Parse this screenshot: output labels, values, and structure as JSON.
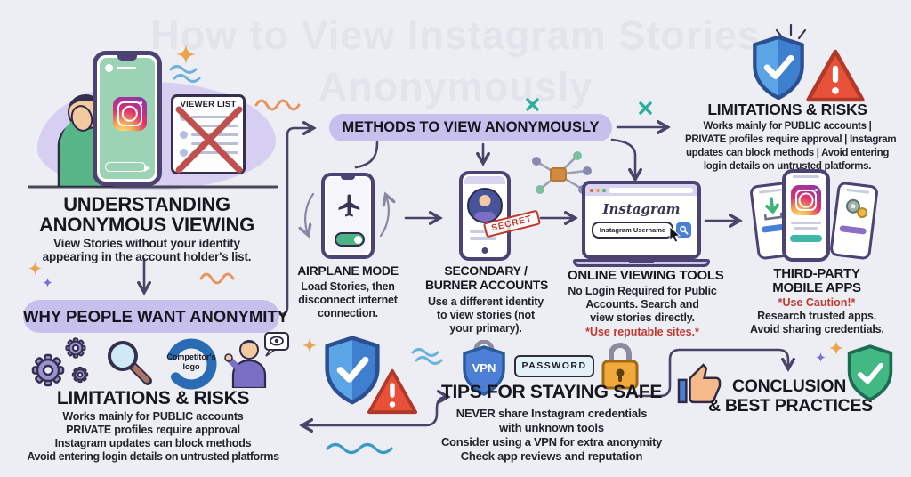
{
  "watermark": {
    "line1": "How to View Instagram Stories",
    "line2": "Anonymously"
  },
  "understanding": {
    "viewer_list_label": "VIEWER LIST",
    "heading1": "UNDERSTANDING",
    "heading2": "ANONYMOUS VIEWING",
    "body1": "View Stories without your identity",
    "body2": "appearing in the account holder's list."
  },
  "why": {
    "pill": "WHY PEOPLE WANT ANONYMITY",
    "competitor1": "Competitor's",
    "competitor2": "logo"
  },
  "limitations_left": {
    "heading": "LIMITATIONS & RISKS",
    "line1": "Works mainly for PUBLIC accounts",
    "line2": "PRIVATE profiles require approval",
    "line3": "Instagram updates can block methods",
    "line4": "Avoid entering login details on untrusted platforms"
  },
  "methods": {
    "pill": "METHODS TO VIEW ANONYMOUSLY",
    "airplane": {
      "title": "AIRPLANE MODE",
      "line1": "Load Stories, then",
      "line2": "disconnect internet",
      "line3": "connection."
    },
    "secondary": {
      "title1": "SECONDARY /",
      "title2": "BURNER ACCOUNTS",
      "stamp": "SECRET",
      "line1": "Use a different identity",
      "line2": "to view stories (not",
      "line3": "your primary)."
    },
    "online": {
      "title": "ONLINE VIEWING TOOLS",
      "brand": "Instagram",
      "search_value": "Instagram Username",
      "line1": "No Login Required for Public",
      "line2": "Accounts. Search and",
      "line3": "view stories directly.",
      "warning": "*Use reputable sites.*"
    },
    "thirdparty": {
      "title1": "THIRD-PARTY",
      "title2": "MOBILE APPS",
      "warning": "*Use Caution!*",
      "line1": "Research trusted apps.",
      "line2": "Avoid sharing credentials."
    }
  },
  "limitations_right": {
    "heading": "LIMITATIONS & RISKS",
    "line1": "Works mainly for PUBLIC accounts |",
    "line2": "PRIVATE profiles require approval | Instagram",
    "line3": "updates can block methods | Avoid entering",
    "line4": "login details on untrusted platforms."
  },
  "tips": {
    "heading": "TIPS FOR STAYING SAFE",
    "vpn": "VPN",
    "password": "PASSWORD",
    "line1": "NEVER share Instagram credentials",
    "line2": "with unknown tools",
    "line3": "Consider using a VPN for extra anonymity",
    "line4": "Check app reviews and reputation"
  },
  "conclusion": {
    "heading1": "CONCLUSION",
    "heading2": "& BEST PRACTICES"
  },
  "colors": {
    "background": "#ededf4",
    "pill": "#c7c0ec",
    "heading_text": "#17171f",
    "accent_red": "#c13a32",
    "connector_line": "#4a4468",
    "shield_blue": "#4a8fd8",
    "triangle_red": "#e8503a",
    "shield_green": "#42b883",
    "padlock_orange": "#f2a93b",
    "instagram_pink": "#e1306c"
  }
}
